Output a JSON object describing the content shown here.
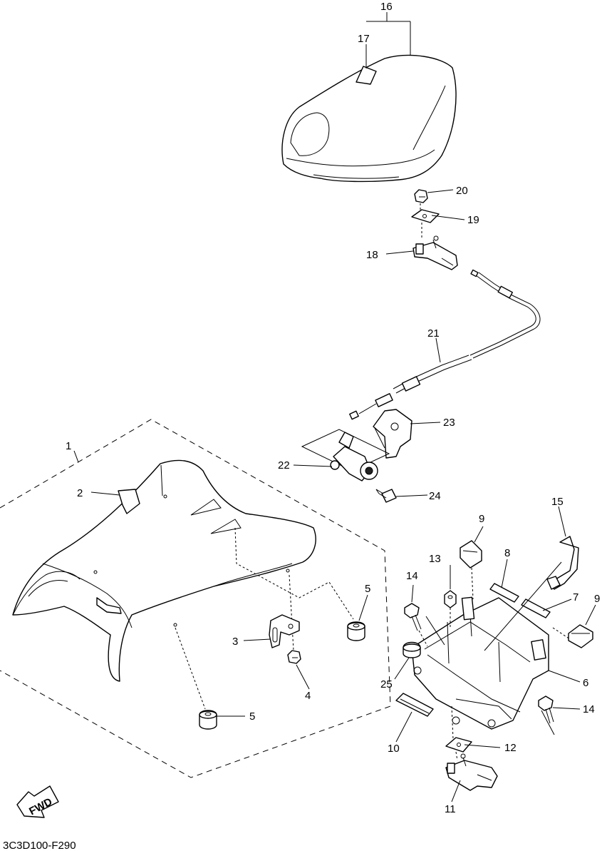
{
  "diagram": {
    "drawing_code": "3C3D100-F290",
    "fwd_label": "FWD",
    "callouts": {
      "c1": "1",
      "c2": "2",
      "c3": "3",
      "c4": "4",
      "c5a": "5",
      "c5b": "5",
      "c6": "6",
      "c7": "7",
      "c8": "8",
      "c9a": "9",
      "c9b": "9",
      "c10": "10",
      "c11": "11",
      "c12": "12",
      "c13": "13",
      "c14a": "14",
      "c14b": "14",
      "c15": "15",
      "c16": "16",
      "c17": "17",
      "c18": "18",
      "c19": "19",
      "c20": "20",
      "c21": "21",
      "c22": "22",
      "c23": "23",
      "c24": "24",
      "c25": "25"
    }
  }
}
